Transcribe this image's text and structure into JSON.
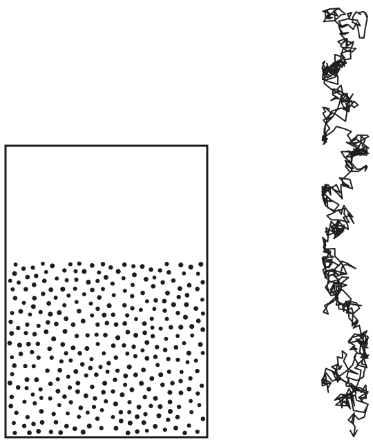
{
  "figure": {
    "panels": [
      {
        "kind": "container-with-settled-particles",
        "fill_fraction": 0.61,
        "particle_count": 330
      },
      {
        "kind": "random-walk-trajectory",
        "direction": "downward",
        "has_arrowhead": true
      }
    ]
  },
  "colors": {
    "background": "#ffffff",
    "ink": "#1c1c1c"
  }
}
